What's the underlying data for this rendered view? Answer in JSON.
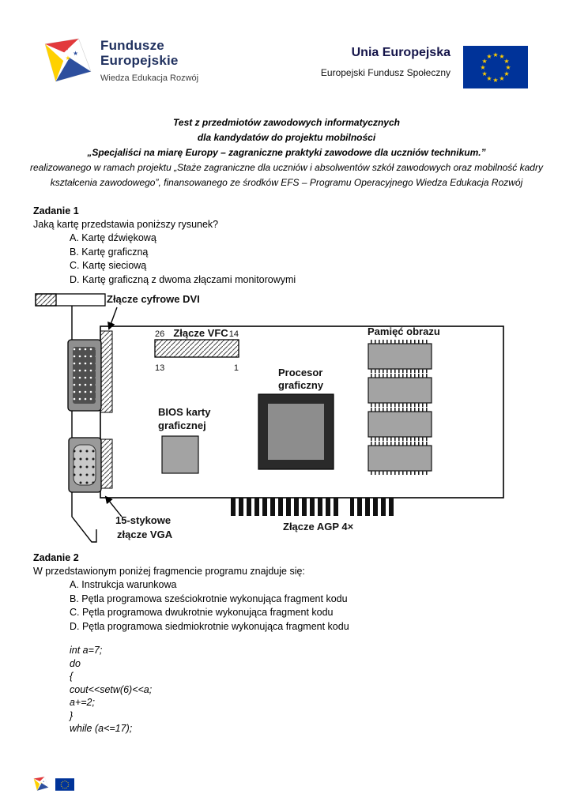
{
  "header": {
    "left_logo": {
      "line1": "Fundusze",
      "line2": "Europejskie",
      "subtitle": "Wiedza Edukacja Rozwój"
    },
    "right_logo": {
      "title": "Unia Europejska",
      "subtitle": "Europejski Fundusz Społeczny"
    }
  },
  "intro": {
    "line1": "Test z przedmiotów zawodowych informatycznych",
    "line2": "dla kandydatów do projektu mobilności",
    "line3": "„Specjaliści na miarę Europy – zagraniczne praktyki zawodowe dla uczniów technikum.”",
    "line4": "realizowanego w ramach projektu „Staże zagraniczne dla uczniów i absolwentów szkół zawodowych oraz mobilność kadry kształcenia zawodowego”, finansowanego ze środków EFS – Programu Operacyjnego Wiedza Edukacja Rozwój"
  },
  "task1": {
    "title": "Zadanie 1",
    "question": "Jaką kartę przedstawia poniższy rysunek?",
    "options": [
      "A. Kartę dźwiękową",
      "B. Kartę graficzną",
      "C. Kartę sieciową",
      "D. Kartę graficzną z dwoma złączami monitorowymi"
    ]
  },
  "diagram": {
    "dvi_label": "Złącze cyfrowe DVI",
    "vfc_label": "Złącze VFC",
    "pin26": "26",
    "pin14": "14",
    "pin13": "13",
    "pin1": "1",
    "memory_label": "Pamięć obrazu",
    "gpu_label_line1": "Procesor",
    "gpu_label_line2": "graficzny",
    "bios_label_line1": "BIOS karty",
    "bios_label_line2": "graficznej",
    "vga_label_line1": "15-stykowe",
    "vga_label_line2": "złącze VGA",
    "agp_label": "Złącze AGP 4×"
  },
  "task2": {
    "title": "Zadanie 2",
    "question": "W przedstawionym poniżej fragmencie programu znajduje się:",
    "options": [
      "A. Instrukcja warunkowa",
      "B. Pętla programowa sześciokrotnie wykonująca fragment kodu",
      "C. Pętla programowa dwukrotnie wykonująca fragment kodu",
      "D. Pętla programowa siedmiokrotnie wykonująca fragment kodu"
    ],
    "code": [
      "int a=7;",
      "do",
      "{",
      "cout<<setw(6)<<a;",
      "a+=2;",
      "}",
      "while (a<=17);"
    ]
  },
  "colors": {
    "eu_blue": "#003399",
    "eu_yellow": "#ffcc00",
    "logo_navy": "#20315f"
  }
}
